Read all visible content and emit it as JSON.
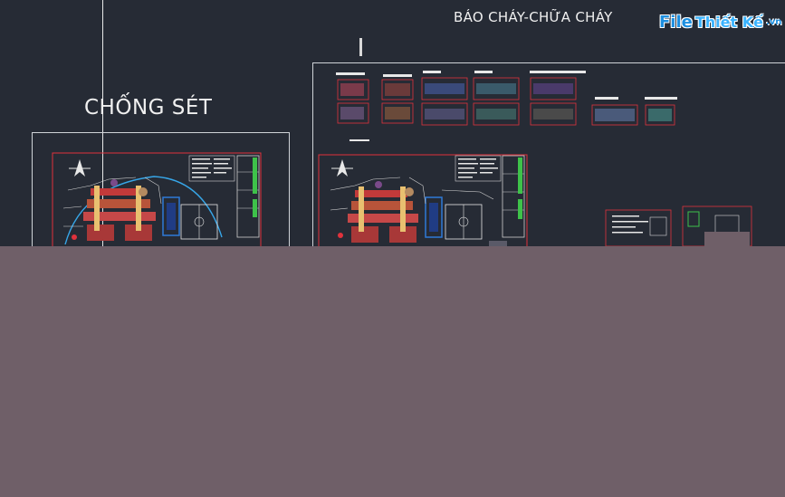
{
  "titles": {
    "chong_set": "CHỐNG SÉT",
    "bao_chay": "BÁO CHÁY-CHỮA CHÁY"
  },
  "logo": {
    "part1": "File",
    "part2": "Thiết Kế",
    "suffix": ".vn"
  },
  "colors": {
    "background": "#262b35",
    "bottom_panel": "#6f5f68",
    "frame": "#cfd3d8",
    "sheet_border": "#e0323c",
    "logo_blue": "#1d8fe0"
  }
}
